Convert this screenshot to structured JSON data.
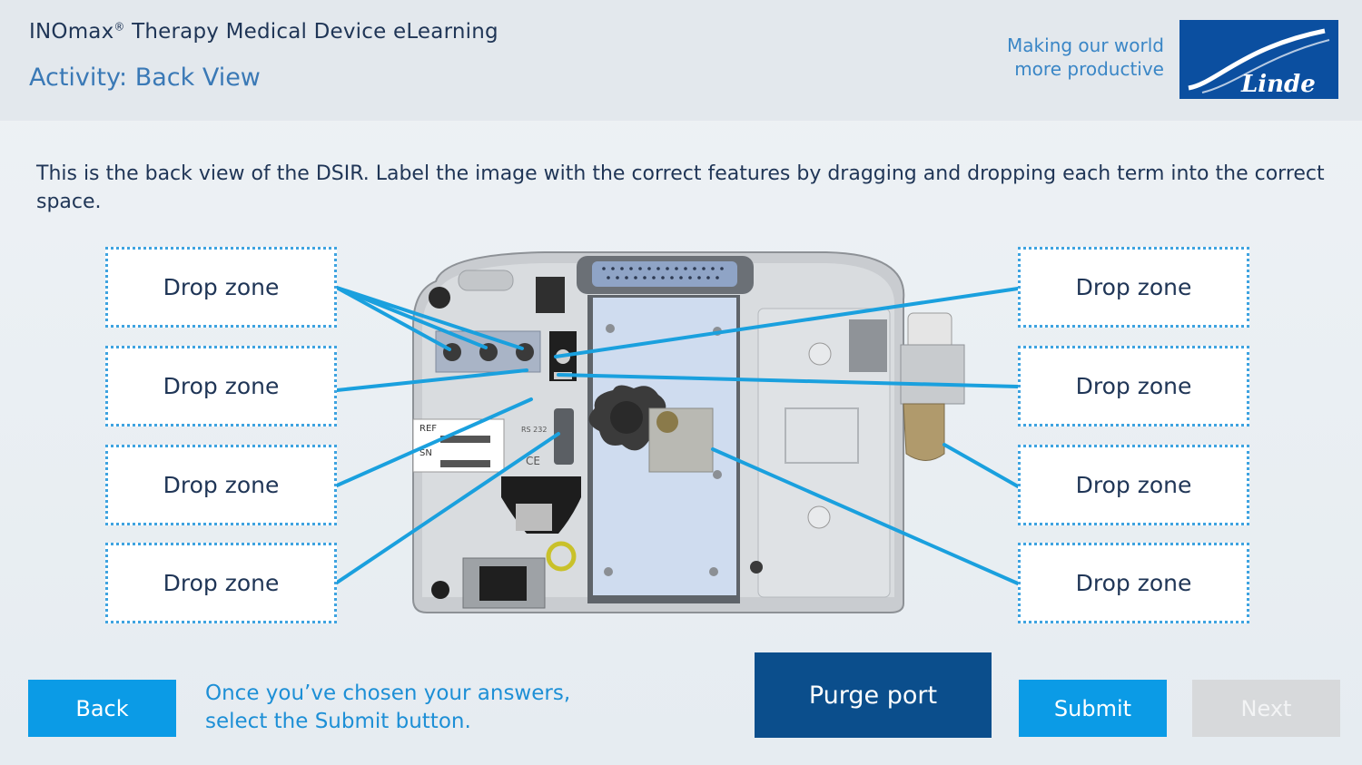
{
  "header": {
    "app_title": "INOmax",
    "app_title_mark": "®",
    "app_title_rest": " Therapy Medical Device eLearning",
    "activity_title": "Activity: Back View",
    "tagline_line1": "Making our world",
    "tagline_line2": "more productive",
    "logo_text": "Linde"
  },
  "instructions": "This is the back view of the DSIR. Label the image with the correct features by dragging and dropping each term into the correct space.",
  "drop_zones": {
    "left": [
      "Drop zone",
      "Drop zone",
      "Drop zone",
      "Drop zone"
    ],
    "right": [
      "Drop zone",
      "Drop zone",
      "Drop zone",
      "Drop zone"
    ]
  },
  "device_labels": {
    "ref": "REF",
    "sn": "SN",
    "rs232": "RS 232",
    "ce": "CE"
  },
  "drag_term": "Purge port",
  "footer": {
    "hint": "Once you’ve chosen your answers, select the Submit button.",
    "back_label": "Back",
    "submit_label": "Submit",
    "next_label": "Next"
  },
  "colors": {
    "accent": "#0b9be6",
    "brand": "#0b4fa0",
    "term_card": "#0b4e8c",
    "connector": "#1aa0de",
    "disabled": "#d7d9db"
  }
}
